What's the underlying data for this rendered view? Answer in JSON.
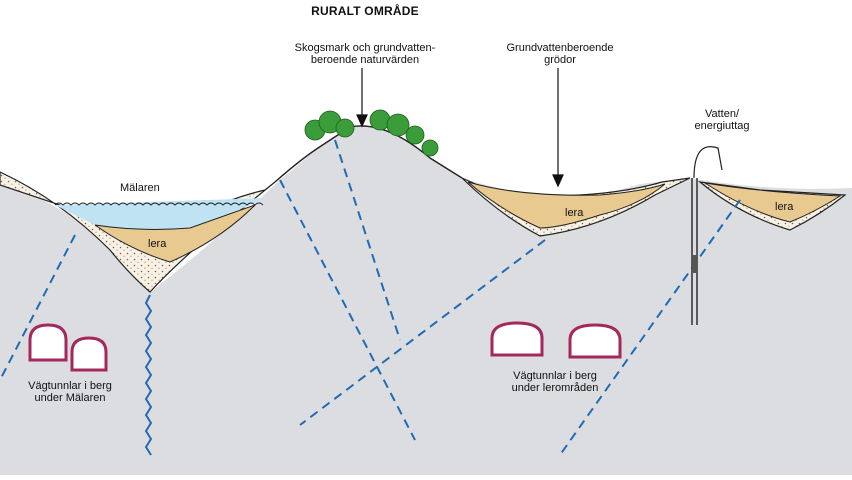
{
  "title": "RURALT OMRÅDE",
  "labels": {
    "skogsmark_line1": "Skogsmark och grundvatten-",
    "skogsmark_line2": "beroende naturvärden",
    "grundvatten_line1": "Grundvattenberoende",
    "grundvatten_line2": "grödor",
    "vatten_line1": "Vatten/",
    "vatten_line2": "energiuttag",
    "malaren": "Mälaren",
    "lera_1": "lera",
    "lera_2": "lera",
    "lera_3": "lera",
    "tunnel_left_line1": "Vägtunnlar i berg",
    "tunnel_left_line2": "under Mälaren",
    "tunnel_right_line1": "Vägtunnlar i berg",
    "tunnel_right_line2": "under lerområden"
  },
  "colors": {
    "bedrock": "#dcdde0",
    "clay": "#e8c98f",
    "till": "#f7f1e6",
    "water": "#bfe3f2",
    "fracture": "#1f6bb5",
    "tunnel": "#a3285c",
    "forest": "#3b9c3a",
    "outline": "#222222"
  },
  "icons": {
    "forest": "tree-cluster-icon",
    "tunnel": "tunnel-portal-icon",
    "well": "well-pipe-icon",
    "arrow": "arrow-down-icon"
  }
}
